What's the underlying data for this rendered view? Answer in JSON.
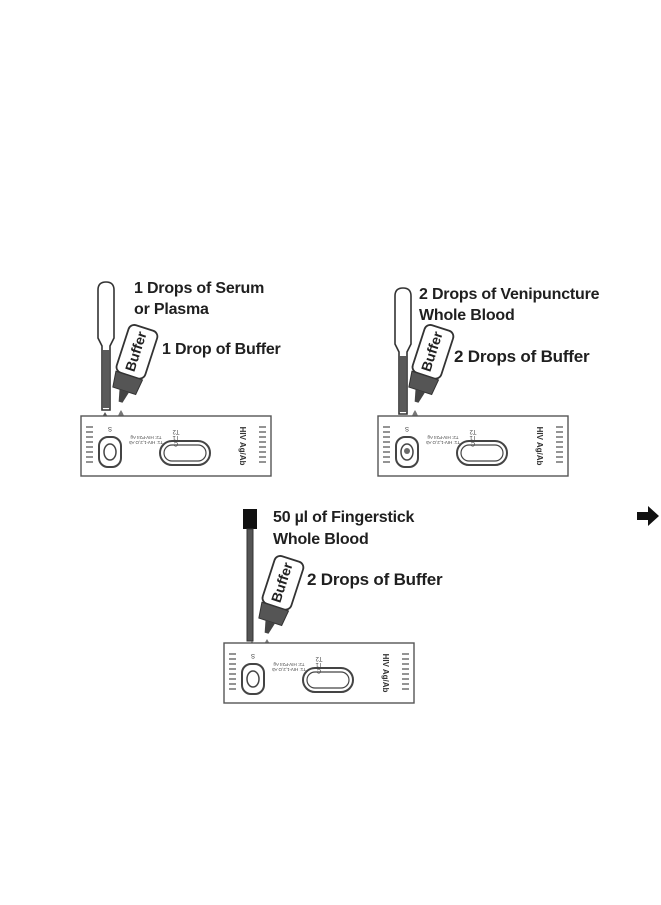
{
  "panels": [
    {
      "sample_label_line1": "1 Drops of Serum",
      "sample_label_line2": "or Plasma",
      "buffer_label": "1 Drop of Buffer"
    },
    {
      "sample_label_line1": "2 Drops of Venipuncture",
      "sample_label_line2": "Whole Blood",
      "buffer_label": "2 Drops of Buffer"
    },
    {
      "sample_label_line1": "50 µl of Fingerstick",
      "sample_label_line2": "Whole Blood",
      "buffer_label": "2 Drops of Buffer"
    }
  ],
  "bottle_text": "Buffer",
  "cassette": {
    "brand": "HIV Ag/Ab",
    "line_c": "C",
    "line_t1": "T1",
    "line_t2": "T2",
    "legend_t1": "T1: HIV-1,2,O Ab",
    "legend_t2": "T2: HIV-P24 Ag",
    "sample_well_mark": "S"
  },
  "next_arrow_icon": "arrow-right-icon"
}
